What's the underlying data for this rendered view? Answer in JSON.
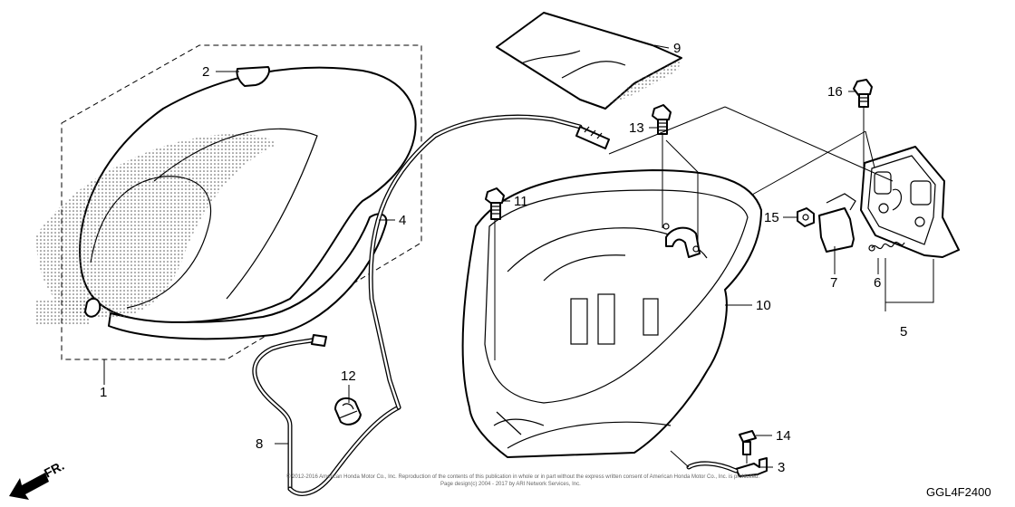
{
  "diagram": {
    "labels": [
      "1",
      "2",
      "3",
      "4",
      "5",
      "6",
      "7",
      "8",
      "9",
      "10",
      "11",
      "12",
      "13",
      "14",
      "15",
      "16"
    ],
    "code": "GGL4F2400",
    "direction": "FR.",
    "copyright": [
      "© 2012-2016 American Honda Motor Co., Inc. Reproduction of the contents of this publication in whole or in part without the express written consent of American Honda Motor Co., Inc. is prohibited.",
      "Page design(c) 2004 - 2017 by ARI Network Services, Inc."
    ]
  }
}
